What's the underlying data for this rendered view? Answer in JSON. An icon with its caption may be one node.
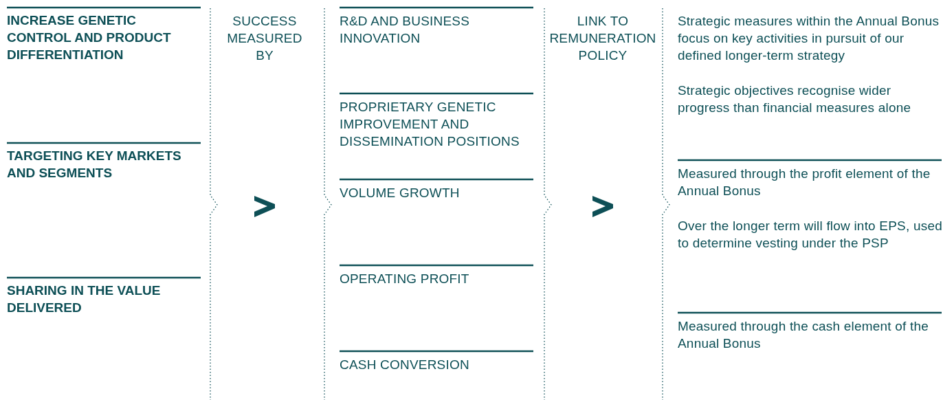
{
  "diagram": {
    "labels": [
      "INCREASE GENETIC CONTROL AND PRODUCT DIFFERENTIATION",
      "TARGETING KEY MARKETS AND SEGMENTS",
      "SHARING IN THE VALUE DELIVERED",
      "SUCCESS MEASURED BY",
      "R&D AND BUSINESS INNOVATION",
      "PROPRIETARY GENETIC IMPROVEMENT AND DISSEMINATION POSITIONS",
      "VOLUME GROWTH",
      "OPERATING PROFIT",
      "CASH CONVERSION",
      "LINK TO REMUNERATION POLICY",
      "Strategic measures within the Annual Bonus focus on key activities in pursuit of our defined longer-term strategy",
      "Strategic objectives recognise wider progress than financial measures alone",
      "Measured through the profit element of the Annual Bonus",
      "Over the longer term will flow into EPS, used to determine vesting under the PSP",
      "Measured through the cash element of the Annual Bonus"
    ]
  }
}
